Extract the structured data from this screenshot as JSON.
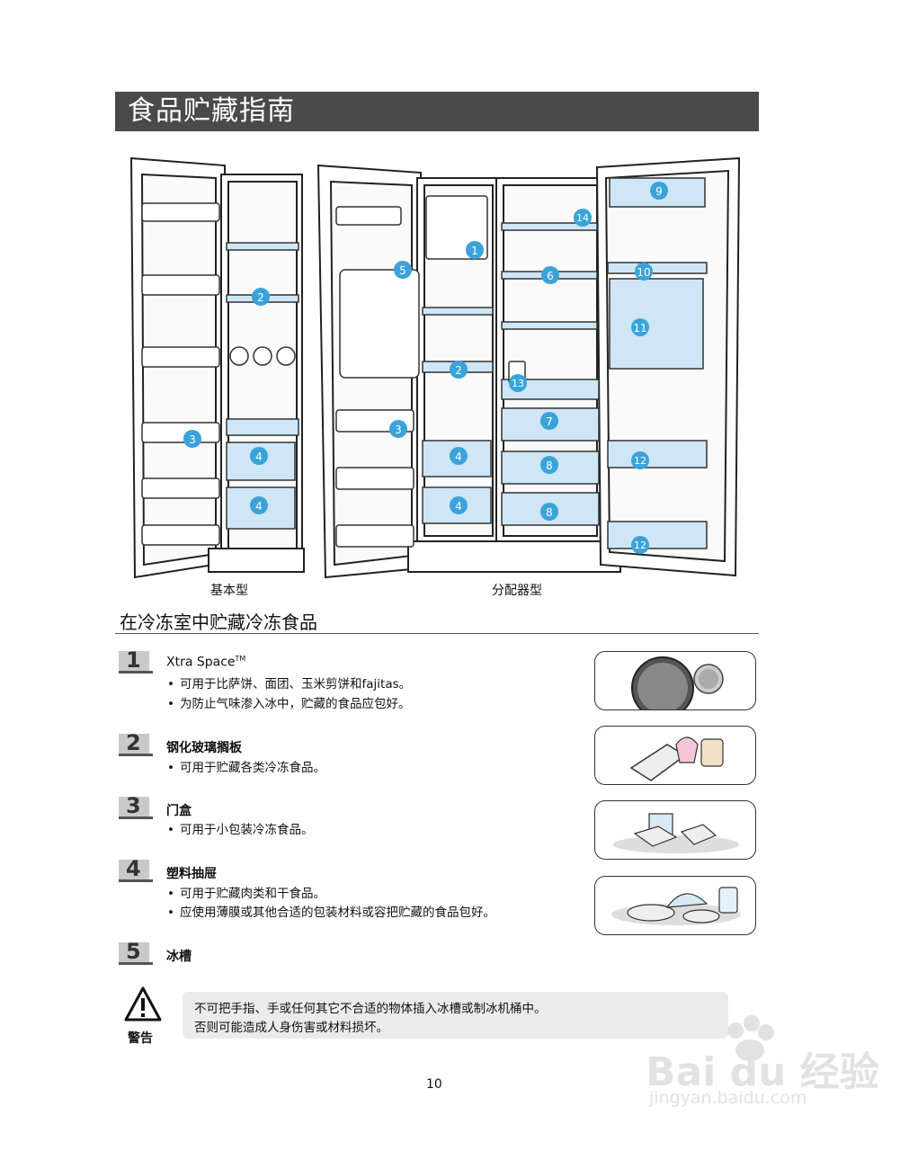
{
  "header": {
    "title": "食品贮藏指南"
  },
  "diagram": {
    "captions": {
      "basic": "基本型",
      "dispenser": "分配器型"
    },
    "callouts": [
      "1",
      "2",
      "2",
      "3",
      "3",
      "4",
      "4",
      "4",
      "4",
      "5",
      "6",
      "7",
      "8",
      "8",
      "9",
      "10",
      "11",
      "12",
      "12",
      "13",
      "14"
    ]
  },
  "section": {
    "title": "在冷冻室中贮藏冷冻食品"
  },
  "items": [
    {
      "number": "1",
      "title": "Xtra Space",
      "tm": "TM",
      "bullets": [
        "可用于比萨饼、面团、玉米剪饼和fajitas。",
        "为防止气味渗入冰中，贮藏的食品应包好。"
      ]
    },
    {
      "number": "2",
      "title": "钢化玻璃搁板",
      "bullets": [
        "可用于贮藏各类冷冻食品。"
      ]
    },
    {
      "number": "3",
      "title": "门盒",
      "bullets": [
        "可用于小包装冷冻食品。"
      ]
    },
    {
      "number": "4",
      "title": "塑料抽屉",
      "bullets": [
        "可用于贮藏肉类和干食品。"
      ],
      "continuation": "应使用薄膜或其他合适的包装材料或容把贮藏的食品包好。"
    },
    {
      "number": "5",
      "title": "冰槽",
      "bullets": []
    }
  ],
  "warning": {
    "label": "警告",
    "lines": [
      "不可把手指、手或任何其它不合适的物体插入冰槽或制冰机桶中。",
      "否则可能造成人身伤害或材料损坏。"
    ]
  },
  "footer": {
    "page_number": "10"
  },
  "watermark": {
    "brand_text": "Bai du 经验",
    "url": "jingyan.baidu.com"
  },
  "colors": {
    "title_bar": "#4a4a4a",
    "callout": "#3aa3d9",
    "shelf": "#cfe6f6",
    "warning_bg": "#ebebeb"
  }
}
